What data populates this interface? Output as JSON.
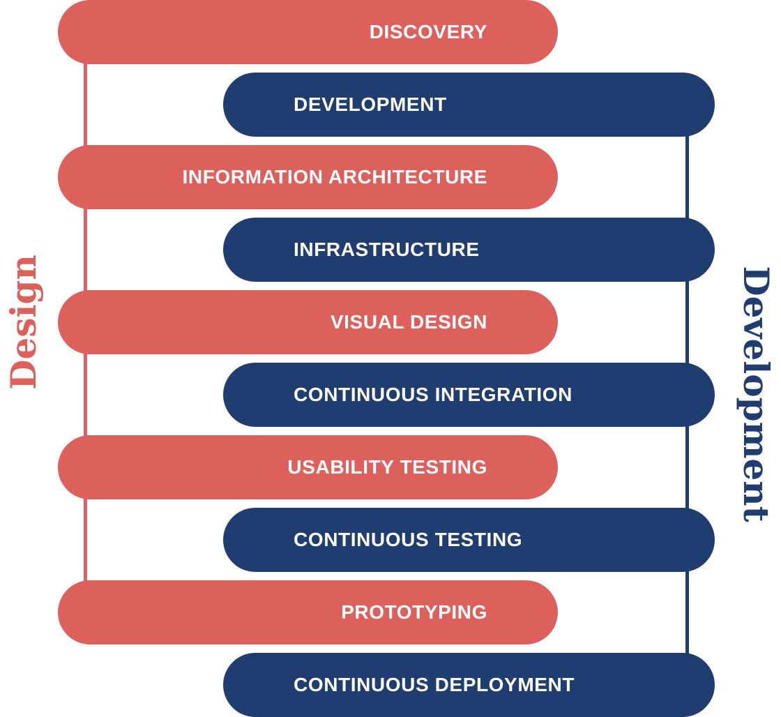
{
  "labels": {
    "design": "Design",
    "development": "Development"
  },
  "steps": [
    "DISCOVERY",
    "DEVELOPMENT",
    "INFORMATION ARCHITECTURE",
    "INFRASTRUCTURE",
    "VISUAL DESIGN",
    "CONTINUOUS INTEGRATION",
    "USABILITY TESTING",
    "CONTINUOUS TESTING",
    "PROTOTYPING",
    "CONTINUOUS DEPLOYMENT"
  ],
  "colors": {
    "design": "#dc615c",
    "development": "#1f3d6e"
  }
}
